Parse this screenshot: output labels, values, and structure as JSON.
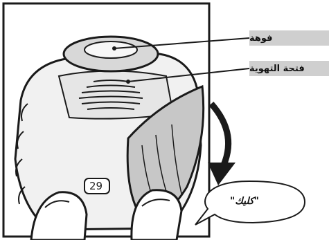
{
  "labels": {
    "mouthpiece": "فوهة",
    "vent": "فتحة التهوية",
    "click": "\"كليك\""
  },
  "counter": "29",
  "colors": {
    "outline": "#1a1a1a",
    "label_bg": "#cfcfcf",
    "device_fill": "#f2f2f2",
    "cover_fill": "#c8c8c8"
  }
}
